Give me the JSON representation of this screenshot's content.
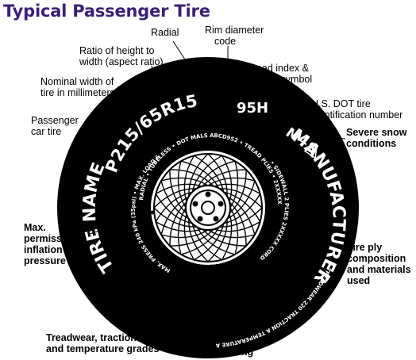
{
  "title": "Typical Passenger Tire",
  "callouts": {
    "radial": "Radial",
    "rim_diameter": [
      "Rim diameter",
      "code"
    ],
    "aspect_ratio": [
      "Ratio of height to",
      "width (aspect ratio)"
    ],
    "load_index": [
      "Load index &",
      "speed symbol"
    ],
    "nominal_width": [
      "Nominal width of",
      "tire in millimeters"
    ],
    "dot_id": [
      "U.S. DOT tire",
      "identification number"
    ],
    "passenger_car": [
      "Passenger",
      "car tire"
    ],
    "severe_snow": [
      "Severe snow",
      "conditions"
    ],
    "max_pressure": [
      "Max.",
      "permissable",
      "inflation",
      "pressure"
    ],
    "ply_composition": [
      "Tire ply",
      "composition",
      "and materials",
      "used"
    ],
    "treadwear": [
      "Treadwear, traction",
      "and temperature grades"
    ],
    "max_load": "Max. load rating"
  },
  "sidewall": {
    "size_code": "P215/65R15",
    "load_speed": "95H",
    "tire_name": "TIRE NAME",
    "manufacturer": "MANUFACTURER",
    "snow_mark": "M+S",
    "dot_text": "RADIAL • TUBELESS • DOT MALS ABCD9S2 • TREAD PLIES • 2XXXXX CORD •",
    "max_press_text": "MAX. PRESS 240 kPa (35psi) • MAX. LOAD 690 kg (1521 lbs) •",
    "sidewall_text": "• SIDEWALL 2 PLIES 2XXXXX CORD",
    "treadwear_text": "TREADWEAR 220 TRACTION A TEMPERATURE A"
  },
  "colors": {
    "title": "#3a1f7a",
    "tire": "#000000",
    "wheel": "#ffffff"
  }
}
